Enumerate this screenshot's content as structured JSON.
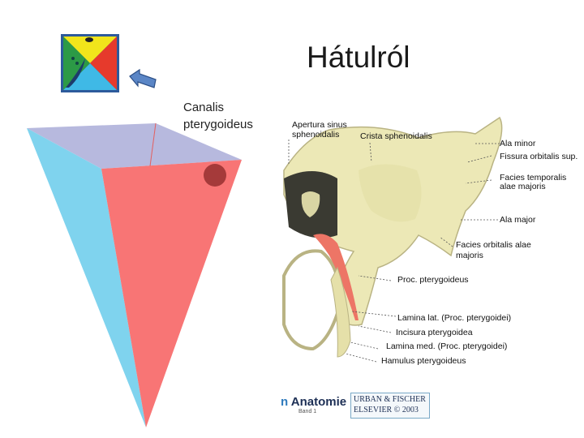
{
  "title": "Hátulról",
  "canal_label": [
    "Canalis",
    "pterygoideus"
  ],
  "labels": {
    "apertura_1": "Apertura sinus",
    "apertura_2": "sphenoidalis",
    "crista": "Crista sphenoidalis",
    "ala_minor": "Ala minor",
    "fissura": "Fissura orbitalis sup.",
    "facies_temp_1": "Facies temporalis",
    "facies_temp_2": "alae majoris",
    "ala_major": "Ala major",
    "facies_orb_1": "Facies orbitalis alae",
    "facies_orb_2": "majoris",
    "proc": "Proc. pterygoideus",
    "lamina_lat": "Lamina lat. (Proc. pterygoidei)",
    "incisura": "Incisura pterygoidea",
    "lamina_med": "Lamina med. (Proc. pterygoidei)",
    "hamulus": "Hamulus pterygoideus"
  },
  "logo": {
    "prefix": "n",
    "anatomie": "Anatomie",
    "band": "Band 1",
    "pub_line1": "URBAN & FISCHER",
    "pub_line2": "ELSEVIER © 2003"
  },
  "colors": {
    "pyramid_blue": "#7fd3ee",
    "pyramid_red": "#f87575",
    "pyramid_top": "#b7b9de",
    "dot": "#a53a3a",
    "bone": "#ece8b6",
    "arrow": "#5b86c6"
  },
  "icons": [
    "nav-quad-icon",
    "back-arrow-icon"
  ]
}
